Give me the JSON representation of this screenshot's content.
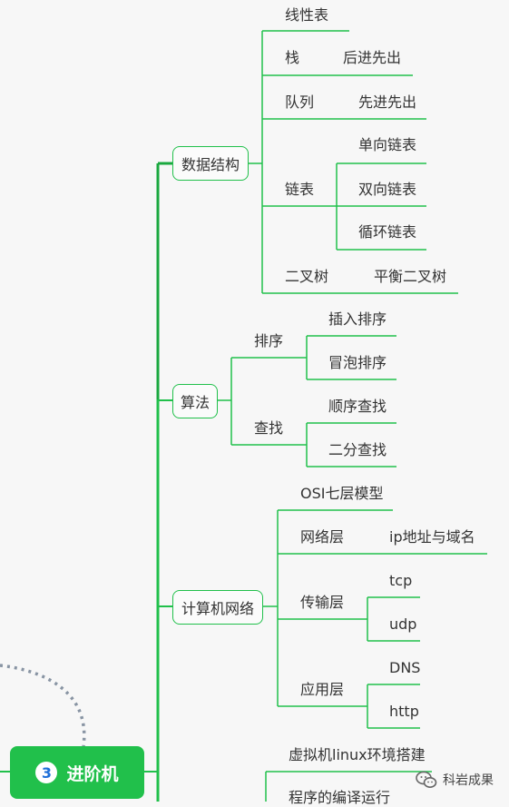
{
  "root": {
    "number": "3",
    "label": "进阶机"
  },
  "branches": [
    {
      "label": "数据结构",
      "children": [
        {
          "label": "线性表"
        },
        {
          "label": "栈",
          "children": [
            "后进先出"
          ]
        },
        {
          "label": "队列",
          "children": [
            "先进先出"
          ]
        },
        {
          "label": "链表",
          "children": [
            "单向链表",
            "双向链表",
            "循环链表"
          ]
        },
        {
          "label": "二叉树",
          "children": [
            "平衡二叉树"
          ]
        }
      ]
    },
    {
      "label": "算法",
      "children": [
        {
          "label": "排序",
          "children": [
            "插入排序",
            "冒泡排序"
          ]
        },
        {
          "label": "查找",
          "children": [
            "顺序查找",
            "二分查找"
          ]
        }
      ]
    },
    {
      "label": "计算机网络",
      "children": [
        {
          "label": "OSI七层模型"
        },
        {
          "label": "网络层",
          "children": [
            "ip地址与域名"
          ]
        },
        {
          "label": "传输层",
          "children": [
            "tcp",
            "udp"
          ]
        },
        {
          "label": "应用层",
          "children": [
            "DNS",
            "http"
          ]
        }
      ]
    },
    {
      "label": "",
      "children": [
        {
          "label": "虚拟机linux环境搭建"
        },
        {
          "label": "程序的编译运行"
        }
      ]
    }
  ],
  "watermark": {
    "text": "科岩成果",
    "icon": "wechat-icon"
  },
  "colors": {
    "primary": "#21c04b",
    "dark_trunk": "#1aa83f",
    "dotted": "#8894a3",
    "text": "#333333"
  }
}
